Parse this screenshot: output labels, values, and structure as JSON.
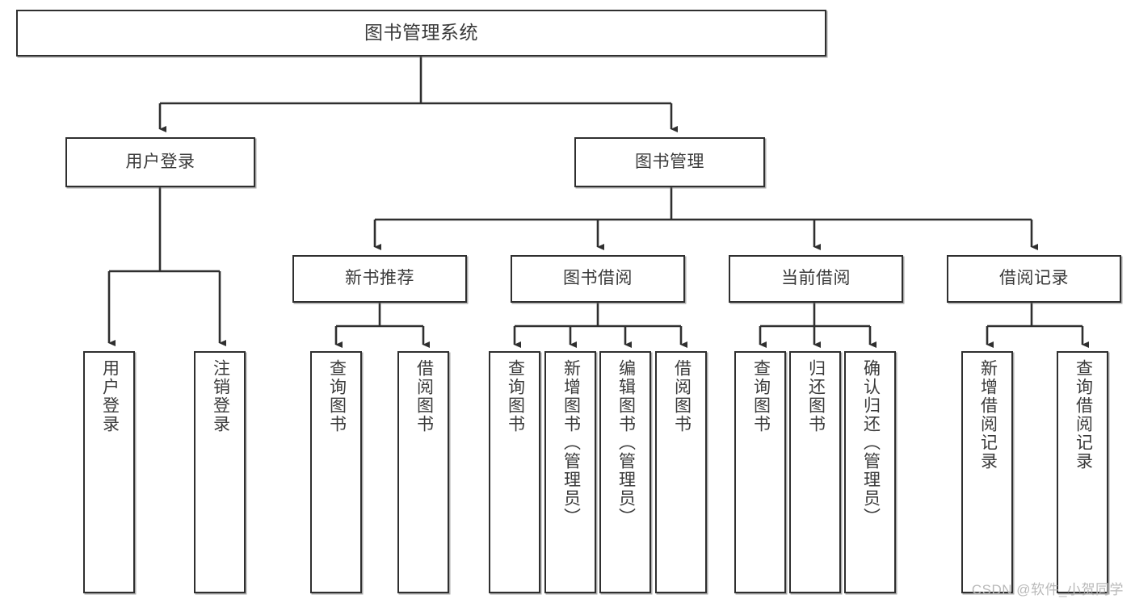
{
  "diagram": {
    "title": "图书管理系统",
    "watermark": "CSDN @软件_小贺同学",
    "line_color": "#2f2f2f",
    "box_border_color": "#2f2f2f",
    "text_color": "#3a3a3a",
    "background": "#ffffff",
    "root": {
      "label": "图书管理系统"
    },
    "level2": [
      {
        "label": "用户登录"
      },
      {
        "label": "图书管理"
      }
    ],
    "level3": [
      {
        "label": "新书推荐"
      },
      {
        "label": "图书借阅"
      },
      {
        "label": "当前借阅"
      },
      {
        "label": "借阅记录"
      }
    ],
    "leaves": {
      "user_login": [
        {
          "label": "用户登录"
        },
        {
          "label": "注销登录"
        }
      ],
      "new_book": [
        {
          "label": "查询图书"
        },
        {
          "label": "借阅图书"
        }
      ],
      "book_borrow": [
        {
          "label": "查询图书"
        },
        {
          "label": "新增图书（管理员）"
        },
        {
          "label": "编辑图书（管理员）"
        },
        {
          "label": "借阅图书"
        }
      ],
      "current_borrow": [
        {
          "label": "查询图书"
        },
        {
          "label": "归还图书"
        },
        {
          "label": "确认归还（管理员）"
        }
      ],
      "borrow_record": [
        {
          "label": "新增借阅记录"
        },
        {
          "label": "查询借阅记录"
        }
      ]
    }
  }
}
